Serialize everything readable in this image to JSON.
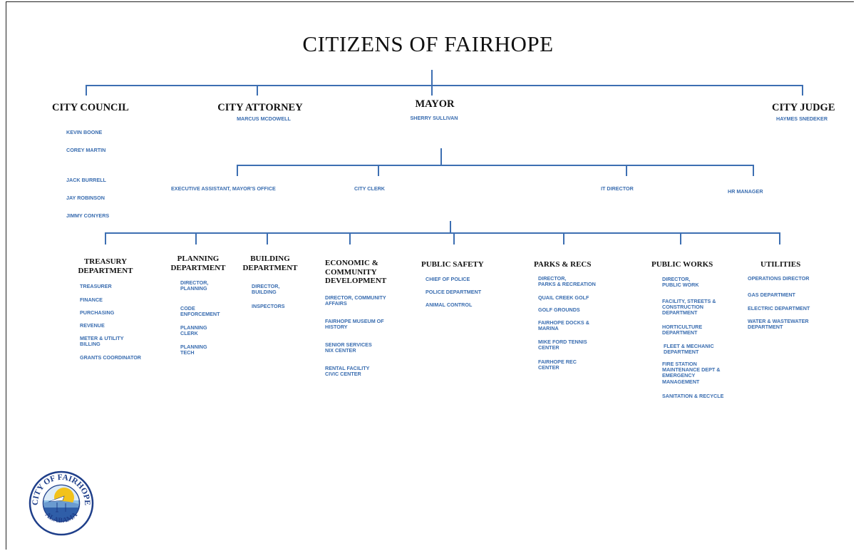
{
  "title": "CITIZENS OF FAIRHOPE",
  "top": {
    "council": {
      "title": "CITY COUNCIL",
      "members": [
        "KEVIN BOONE",
        "COREY MARTIN",
        "JACK BURRELL",
        "JAY ROBINSON",
        "JIMMY CONYERS"
      ]
    },
    "attorney": {
      "title": "CITY ATTORNEY",
      "name": "MARCUS MCDOWELL"
    },
    "mayor": {
      "title": "MAYOR",
      "name": "SHERRY SULLIVAN"
    },
    "judge": {
      "title": "CITY JUDGE",
      "name": "HAYMES SNEDEKER"
    }
  },
  "mayor_office": [
    "EXECUTIVE ASSISTANT, MAYOR'S OFFICE",
    "CITY CLERK",
    "IT DIRECTOR",
    "HR MANAGER"
  ],
  "departments": [
    {
      "title": "TREASURY\nDEPARTMENT",
      "items": [
        "TREASURER",
        "FINANCE",
        "PURCHASING",
        "REVENUE",
        "METER & UTILITY\nBILLING",
        "GRANTS COORDINATOR"
      ]
    },
    {
      "title": "PLANNING\nDEPARTMENT",
      "items": [
        "DIRECTOR,\nPLANNING",
        "CODE\nENFORCEMENT",
        "PLANNING\nCLERK",
        "PLANNING\nTECH"
      ]
    },
    {
      "title": "BUILDING\nDEPARTMENT",
      "items": [
        "DIRECTOR,\nBUILDING",
        "INSPECTORS"
      ]
    },
    {
      "title": "ECONOMIC &\nCOMMUNITY\nDEVELOPMENT",
      "items": [
        "DIRECTOR, COMMUNITY\nAFFAIRS",
        "FAIRHOPE MUSEUM OF\nHISTORY",
        "SENIOR SERVICES\nNIX CENTER",
        "RENTAL FACILITY\nCIVIC CENTER"
      ]
    },
    {
      "title": "PUBLIC SAFETY",
      "items": [
        "CHIEF OF POLICE",
        "POLICE DEPARTMENT",
        "ANIMAL CONTROL"
      ]
    },
    {
      "title": "PARKS & RECS",
      "items": [
        "DIRECTOR,\nPARKS & RECREATION",
        "QUAIL CREEK GOLF",
        "GOLF GROUNDS",
        "FAIRHOPE DOCKS &\nMARINA",
        "MIKE FORD TENNIS\nCENTER",
        "FAIRHOPE REC\nCENTER"
      ]
    },
    {
      "title": "PUBLIC WORKS",
      "items": [
        "DIRECTOR,\nPUBLIC WORK",
        "FACILITY, STREETS &\nCONSTRUCTION\nDEPARTMENT",
        "HORTICULTURE\nDEPARTMENT",
        "FLEET & MECHANIC\nDEPARTMENT",
        "FIRE STATION\nMAINTENANCE DEPT &\nEMERGENCY\nMANAGEMENT",
        "SANITATION & RECYCLE"
      ]
    },
    {
      "title": "UTILITIES",
      "items": [
        "OPERATIONS DIRECTOR",
        "GAS DEPARTMENT",
        "ELECTRIC DEPARTMENT",
        "WATER & WASTEWATER\nDEPARTMENT"
      ]
    }
  ],
  "logo": {
    "top_text": "CITY OF FAIRHOPE",
    "bottom_text": "ALABAMA",
    "colors": {
      "ring": "#1f3f8a",
      "sun": "#f2c21b",
      "sky": "#8fc4e8",
      "water": "#2f5ea8"
    }
  },
  "colors": {
    "line": "#3d6fb2",
    "sub": "#3a6db0"
  }
}
